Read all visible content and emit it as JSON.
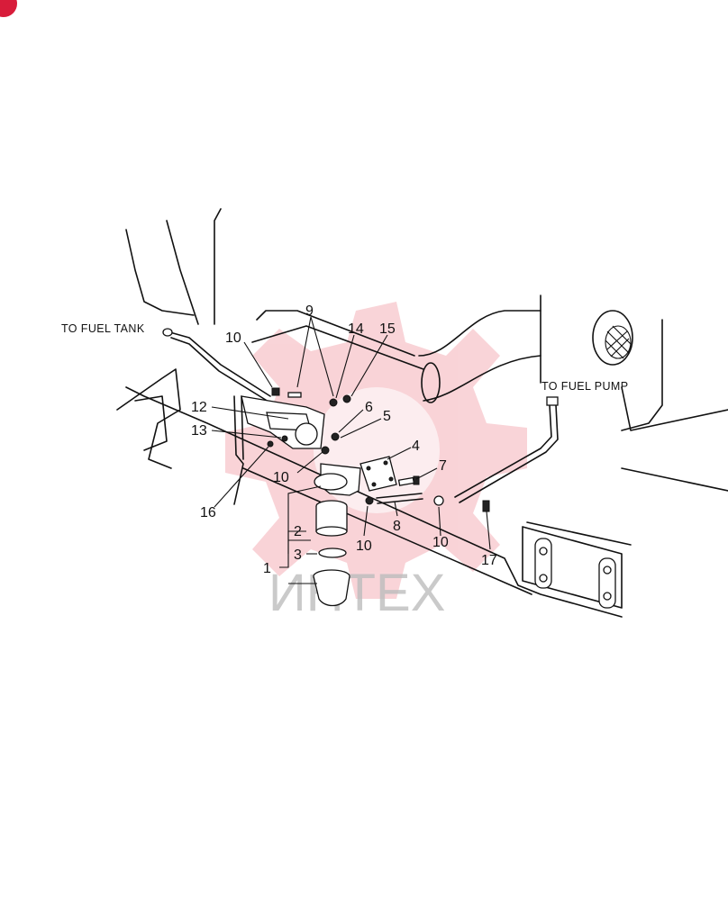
{
  "corner_badge": "",
  "callouts": {
    "to_fuel_tank": "TO FUEL TANK",
    "to_fuel_pump": "TO FUEL PUMP"
  },
  "part_numbers": {
    "p1": "1",
    "p2": "2",
    "p3": "3",
    "p4": "4",
    "p5": "5",
    "p6": "6",
    "p7": "7",
    "p8": "8",
    "p9": "9",
    "p10a": "10",
    "p10b": "10",
    "p10c": "10",
    "p10d": "10",
    "p12": "12",
    "p13": "13",
    "p14": "14",
    "p15": "15",
    "p16": "16",
    "p17": "17"
  },
  "watermark": {
    "text": "ИНТЕХ",
    "color": "#e23a4a"
  },
  "colors": {
    "line": "#111111",
    "badge": "#d81c3a",
    "watermark_gear": "#f2a0a8"
  }
}
